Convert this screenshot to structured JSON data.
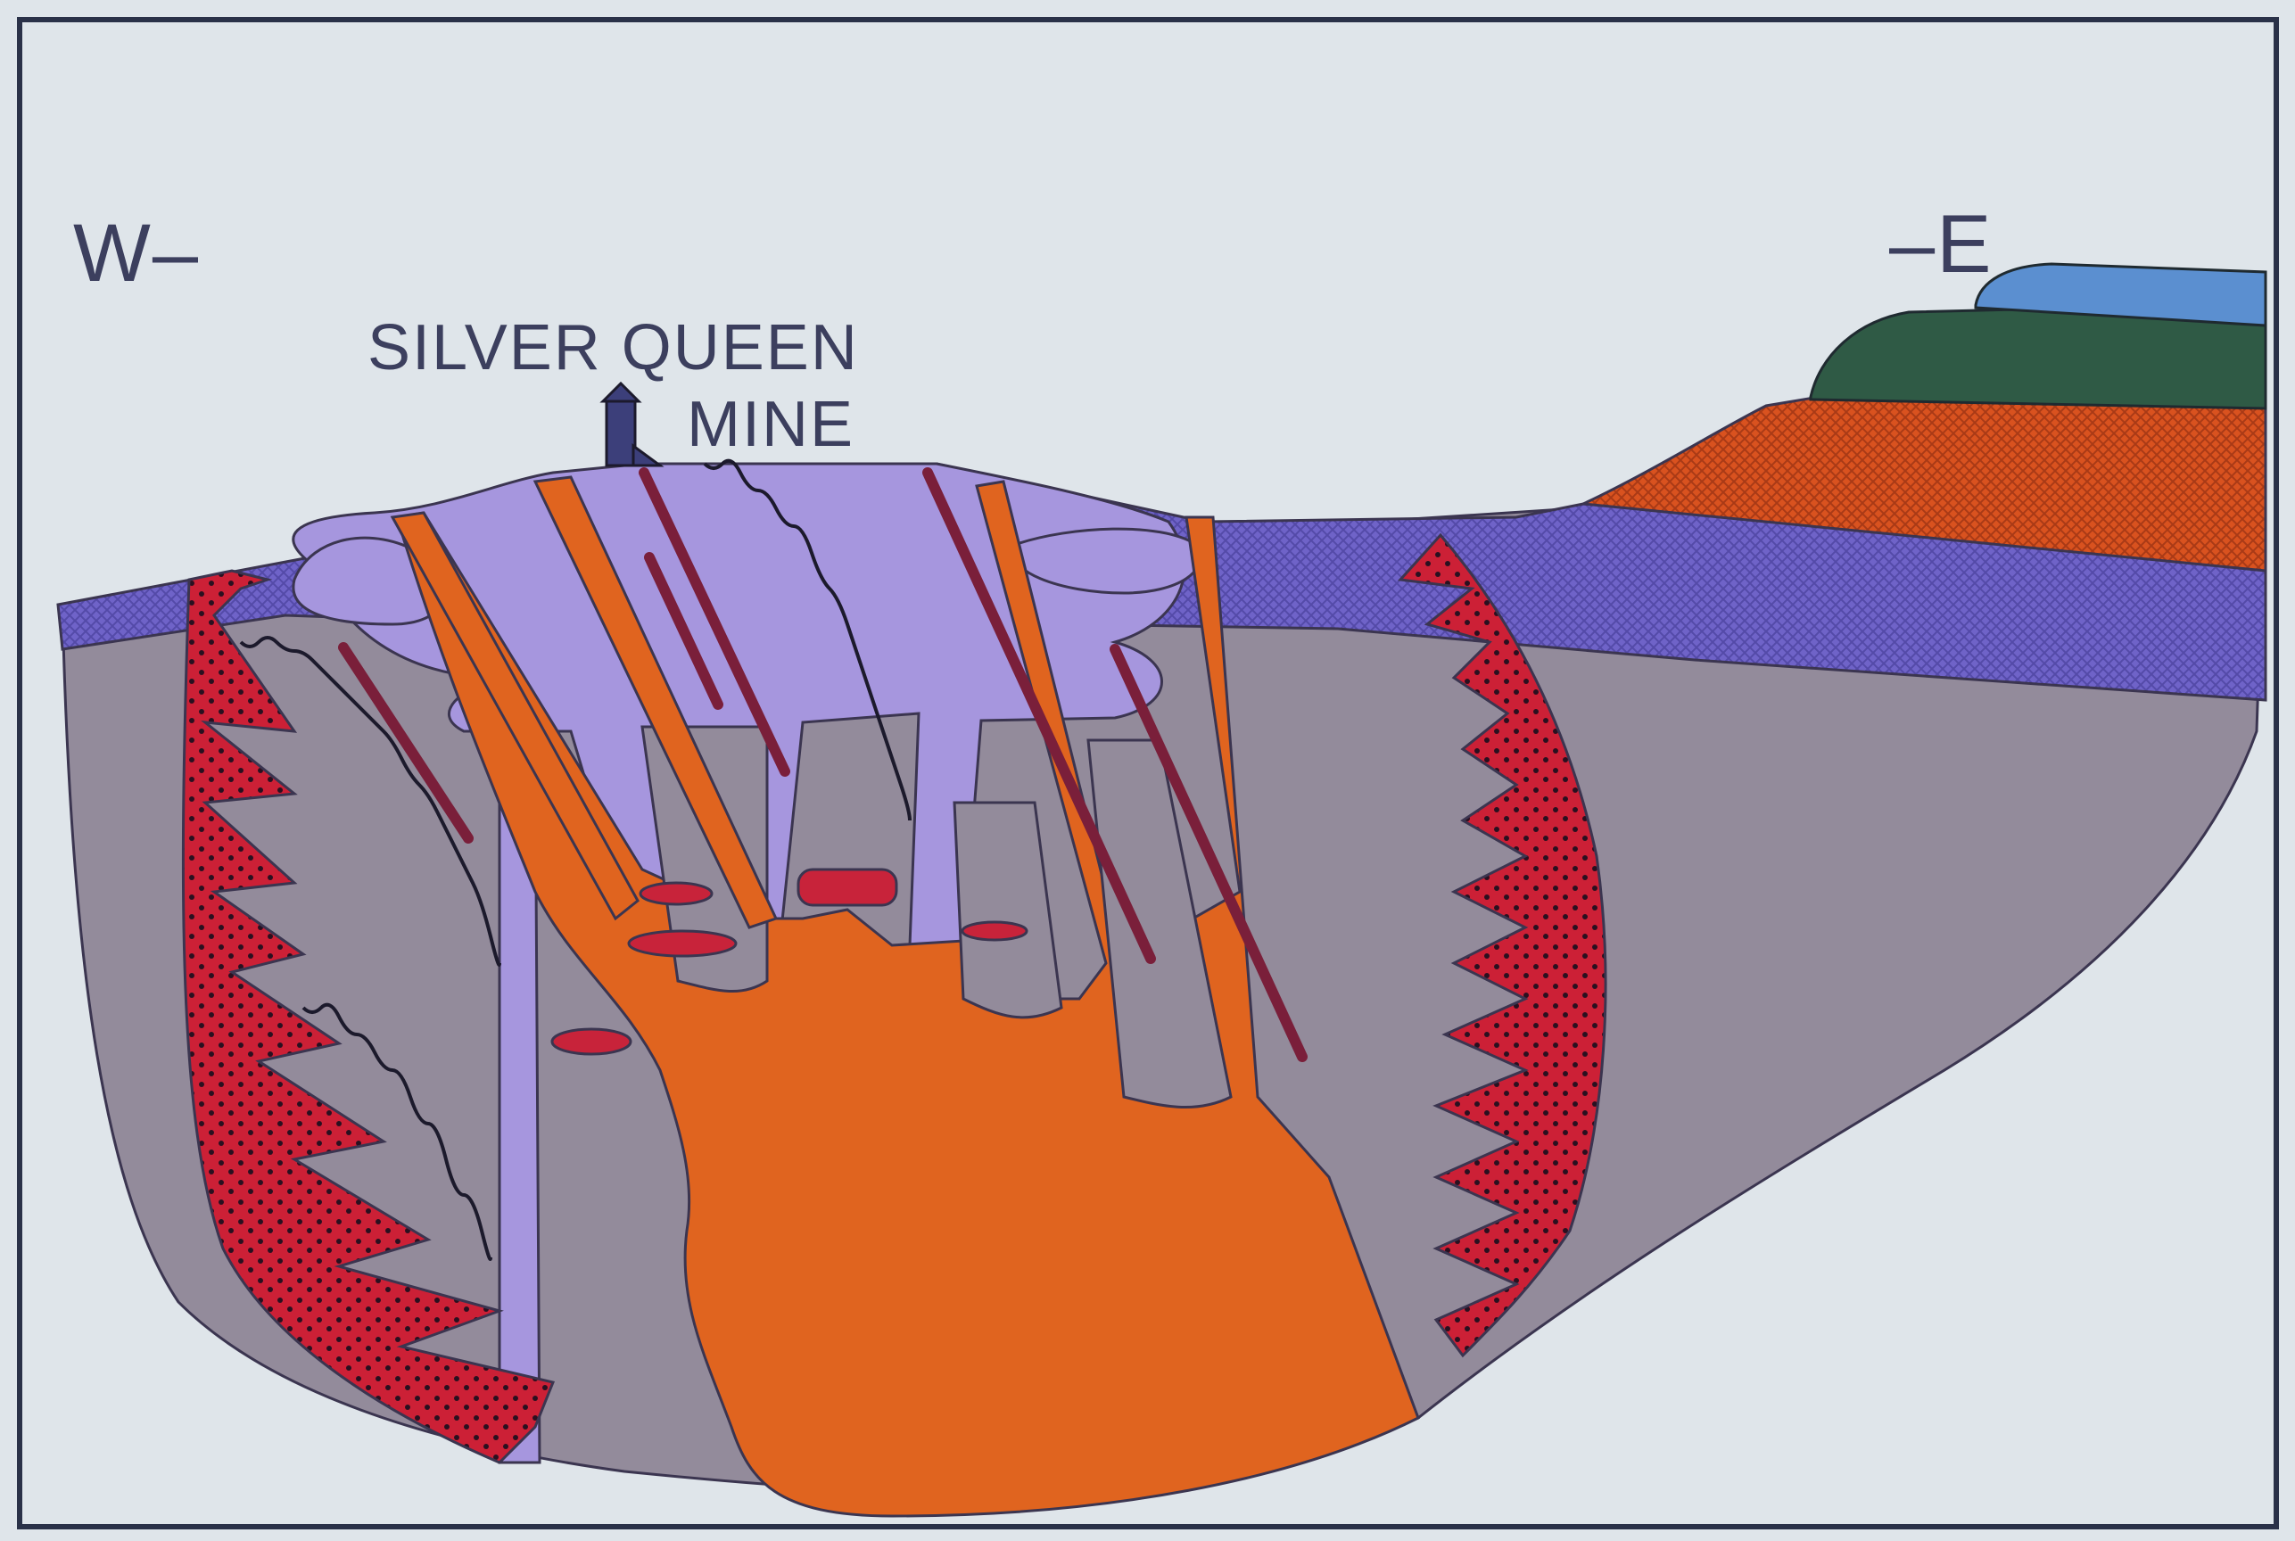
{
  "diagram": {
    "west_label": "W–",
    "east_label": "–E",
    "mine_label_line1": "SILVER QUEEN",
    "mine_label_line2": "MINE"
  },
  "colors": {
    "background": "#dfe5ea",
    "frame": "#2a3148",
    "host_rock": "#938b9b",
    "altered_zone": "#a696de",
    "purple_layer": "#6f63c8",
    "orange_layer": "#d9521f",
    "green_layer": "#2f5a45",
    "blue_cap": "#5b8fd0",
    "intrusion": "#e0641f",
    "ore_bodies": "#c8233a",
    "alteration_halo": "#cc2036",
    "veins": "#7a1f3a"
  },
  "icons": {
    "mine_headframe": "mine-headframe-icon"
  }
}
